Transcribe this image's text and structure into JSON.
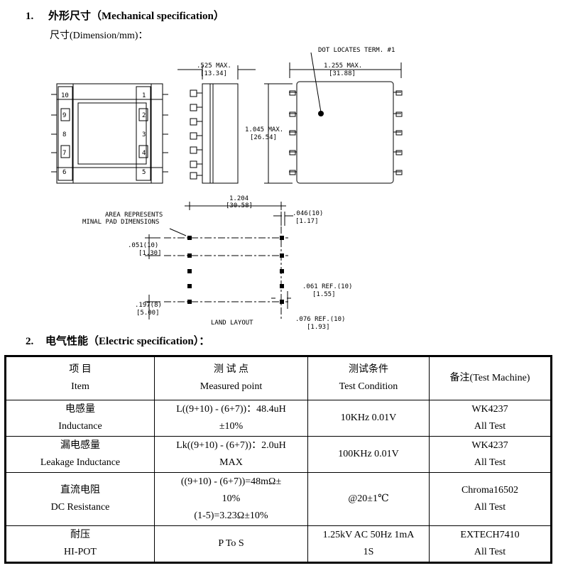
{
  "section1": {
    "number": "1.",
    "title": "外形尺寸（Mechanical specification）",
    "subtitle": "尺寸(Dimension/mm)："
  },
  "drawing": {
    "side_width": ".525 MAX.",
    "side_width_mm": "[13.34]",
    "dot_note": "DOT LOCATES TERM. #1",
    "top_width": "1.255 MAX.",
    "top_width_mm": "[31.88]",
    "height": "1.045 MAX.",
    "height_mm": "[26.54]",
    "pins_left": [
      "10",
      "9",
      "8",
      "7",
      "6"
    ],
    "pins_right": [
      "1",
      "2",
      "3",
      "4",
      "5"
    ],
    "land_span": "1.204",
    "land_span_mm": "[30.58]",
    "area_note_1": "AREA REPRESENTS",
    "area_note_2": "MINAL PAD DIMENSIONS",
    "pad_w": ".046(10)",
    "pad_w_mm": "[1.17]",
    "pitch": ".051(10)",
    "pitch_mm": "[1.30]",
    "ref1": ".061 REF.(10)",
    "ref1_mm": "[1.55]",
    "row_pitch": ".197(8)",
    "row_pitch_mm": "[5.00]",
    "ref2": ".076 REF.(10)",
    "ref2_mm": "[1.93]",
    "land_layout": "LAND LAYOUT"
  },
  "section2": {
    "number": "2.",
    "title": "电气性能（Electric specification）："
  },
  "table": {
    "header": {
      "item_cn": "项  目",
      "item_en": "Item",
      "point_cn": "测  试  点",
      "point_en": "Measured point",
      "cond_cn": "测试条件",
      "cond_en": "Test Condition",
      "machine": "备注(Test Machine)"
    },
    "rows": [
      {
        "item_cn": "电感量",
        "item_en": "Inductance",
        "point_1": "L((9+10) - (6+7))：48.4uH",
        "point_2": "±10%",
        "cond": "10KHz 0.01V",
        "machine_1": "WK4237",
        "machine_2": "All Test"
      },
      {
        "item_cn": "漏电感量",
        "item_en": "Leakage Inductance",
        "point_1": "Lk((9+10) - (6+7))：2.0uH",
        "point_2": "MAX",
        "cond": "100KHz 0.01V",
        "machine_1": "WK4237",
        "machine_2": "All Test"
      },
      {
        "item_cn": "直流电阻",
        "item_en": "DC Resistance",
        "point_1": "((9+10) - (6+7))=48mΩ±",
        "point_2": "10%",
        "point_3": "(1-5)=3.23Ω±10%",
        "cond": "@20±1℃",
        "machine_1": "Chroma16502",
        "machine_2": "All Test"
      },
      {
        "item_cn": "耐压",
        "item_en": "HI-POT",
        "point_1": "P To S",
        "cond_1": "1.25kV AC 50Hz 1mA",
        "cond_2": "1S",
        "machine_1": "EXTECH7410",
        "machine_2": "All Test"
      }
    ]
  }
}
